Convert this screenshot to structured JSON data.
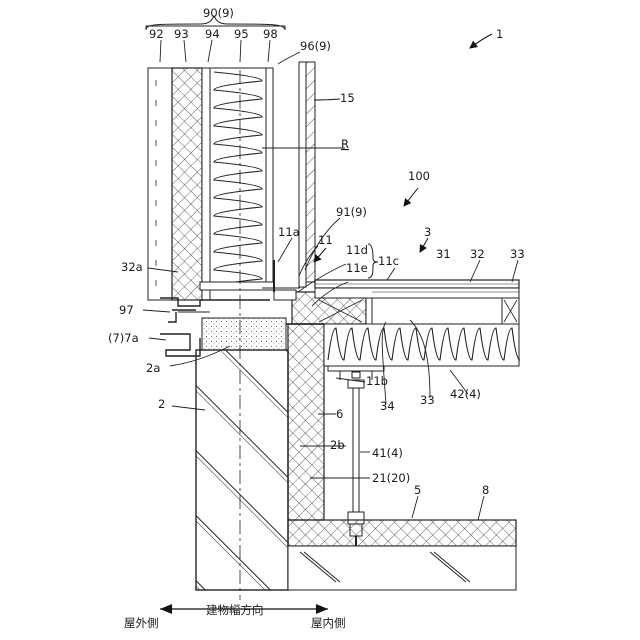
{
  "labels": {
    "l1": "1",
    "l90": "90(9)",
    "l92": "92",
    "l93": "93",
    "l94": "94",
    "l95": "95",
    "l98": "98",
    "l96": "96(9)",
    "l15": "15",
    "lR": "R",
    "l100": "100",
    "l91": "91(9)",
    "l3": "3",
    "l11a": "11a",
    "l11": "11",
    "l11d": "11d",
    "l11c": "11c",
    "l11e": "11e",
    "l31": "31",
    "l32": "32",
    "l33a": "33",
    "l32a": "32a",
    "l97": "97",
    "l7a": "(7)7a",
    "l2a": "2a",
    "l11b": "11b",
    "l34": "34",
    "l33b": "33",
    "l42": "42(4)",
    "l2": "2",
    "l6": "6",
    "l2b": "2b",
    "l41": "41(4)",
    "l21": "21(20)",
    "l5": "5",
    "l8": "8"
  },
  "direction": {
    "left": "屋外側",
    "center": "建物幅方向",
    "right": "屋内側"
  }
}
